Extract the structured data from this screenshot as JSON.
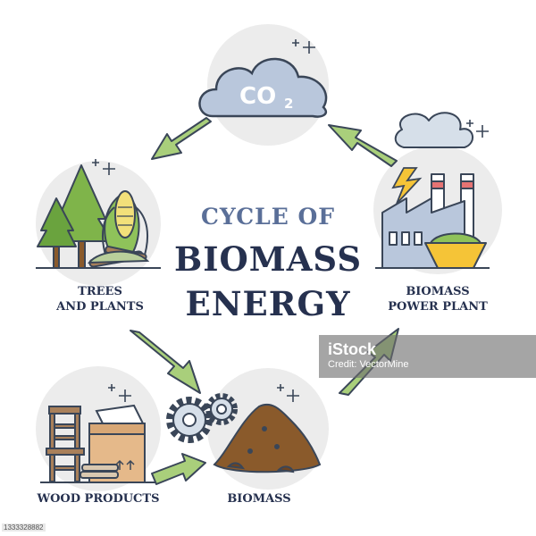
{
  "title": {
    "line1": "CYCLE OF",
    "line2": "BIOMASS",
    "line3": "ENERGY"
  },
  "nodes": {
    "co2": {
      "formula": "CO",
      "subscript": "2"
    },
    "trees": {
      "line1": "TREES",
      "line2": "AND PLANTS"
    },
    "power_plant": {
      "line1": "BIOMASS",
      "line2": "POWER PLANT"
    },
    "wood_products": {
      "label": "WOOD PRODUCTS"
    },
    "biomass": {
      "label": "BIOMASS"
    }
  },
  "watermark": {
    "brand": "iStock",
    "credit": "Credit: VectorMine"
  },
  "stock_id": "1333328882",
  "colors": {
    "arrow_fill": "#a9cf7b",
    "arrow_stroke": "#3a4658",
    "circle_bg": "#ececec",
    "title_dark": "#26314f",
    "title_light": "#5a6f98",
    "cloud": "#b9c7dc",
    "leaf_green": "#7fb44a",
    "soil_brown": "#8a5a2b"
  },
  "icons": [
    "sparkle-icon",
    "lightning-icon",
    "gear-icon",
    "cloud-icon",
    "chair-icon",
    "box-icon",
    "corn-icon",
    "pine-tree-icon",
    "factory-icon",
    "soil-pile-icon"
  ]
}
